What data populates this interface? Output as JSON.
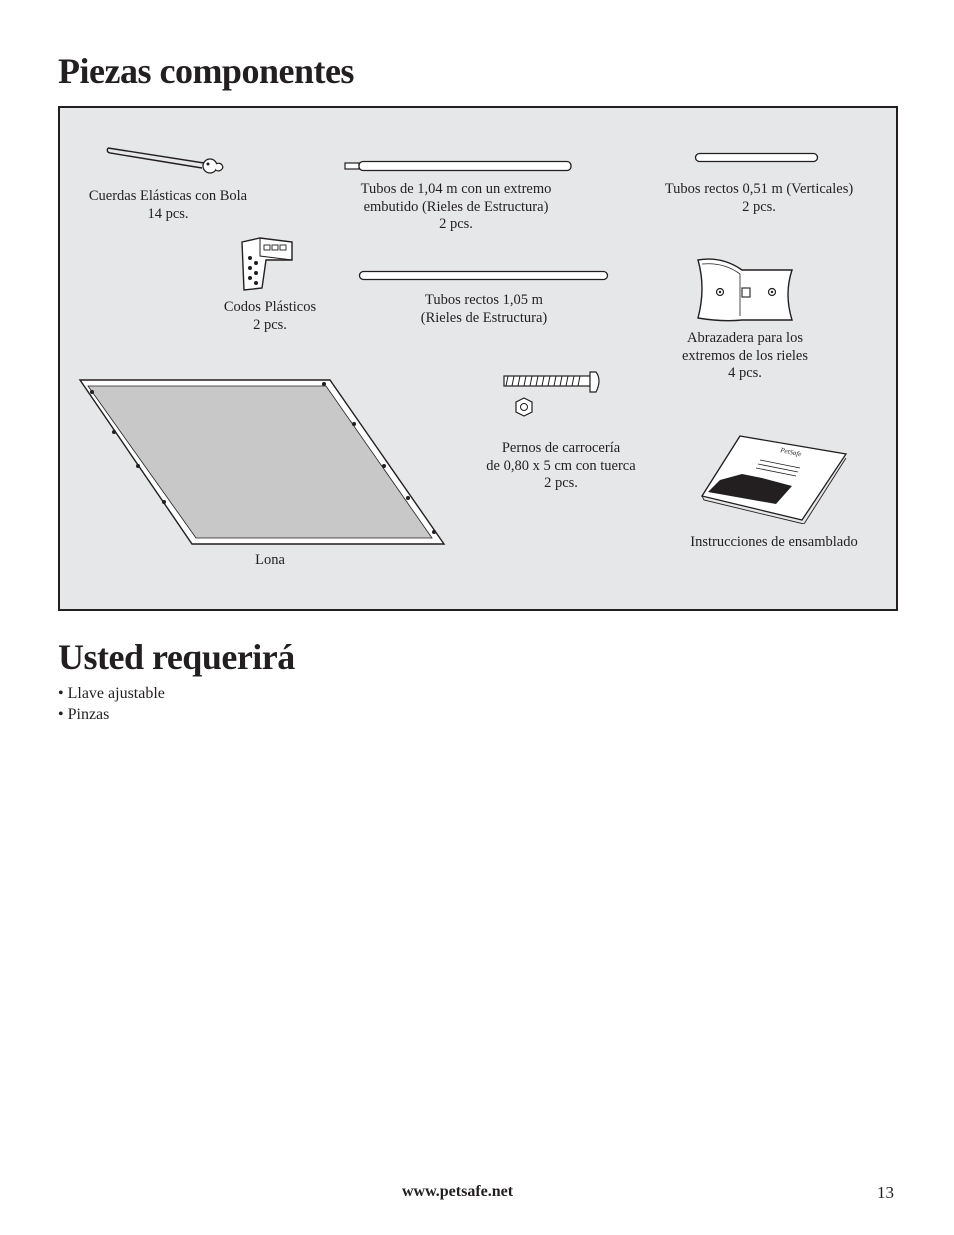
{
  "page": {
    "title_parts": "Piezas componentes",
    "title_required": "Usted requerirá"
  },
  "parts": {
    "bungee": {
      "line1": "Cuerdas Elásticas con Bola",
      "line2": "14 pcs."
    },
    "tubes_104": {
      "line1": "Tubos de 1,04 m con un extremo",
      "line2": "embutido (Rieles de Estructura)",
      "line3": "2 pcs."
    },
    "tubes_051": {
      "line1": "Tubos rectos 0,51 m (Verticales)",
      "line2": "2 pcs."
    },
    "elbows": {
      "line1": "Codos Plásticos",
      "line2": "2 pcs."
    },
    "tubes_105": {
      "line1": "Tubos rectos 1,05 m",
      "line2": "(Rieles de Estructura)"
    },
    "clamp": {
      "line1": "Abrazadera para los",
      "line2": "extremos de los rieles",
      "line3": "4 pcs."
    },
    "bolts": {
      "line1": "Pernos de carrocería",
      "line2": "de 0,80 x 5 cm con tuerca",
      "line3": "2 pcs."
    },
    "tarp": {
      "label": "Lona"
    },
    "manual": {
      "label": "Instrucciones de ensamblado",
      "cover_text": "PetSafe"
    }
  },
  "required": {
    "items": [
      "• Llave ajustable",
      "• Pinzas"
    ]
  },
  "footer": {
    "url": "www.petsafe.net",
    "page_number": "13"
  },
  "colors": {
    "panel_bg": "#e6e7e8",
    "ink": "#231f20",
    "tarp_fill": "#c8c8c8"
  }
}
